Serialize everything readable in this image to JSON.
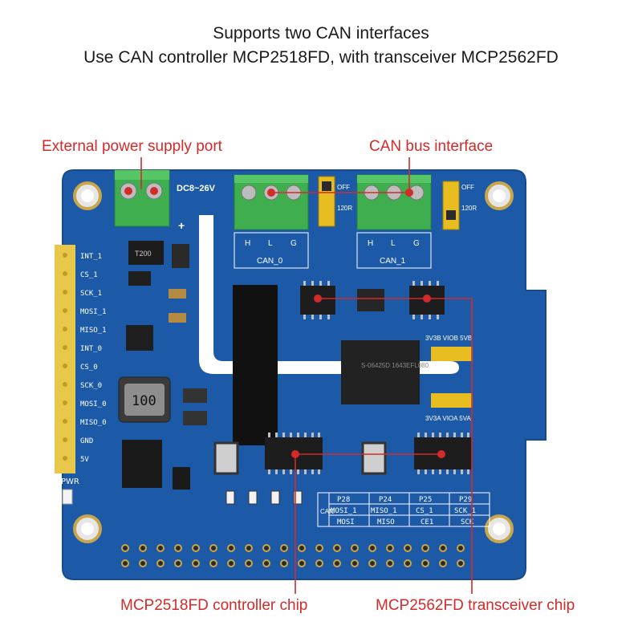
{
  "header": {
    "line1": "Supports two CAN interfaces",
    "line2": "Use CAN controller MCP2518FD, with transceiver MCP2562FD"
  },
  "callouts": {
    "power_port": "External power supply port",
    "can_bus": "CAN bus interface",
    "controller_chip": "MCP2518FD controller chip",
    "transceiver_chip": "MCP2562FD transceiver chip"
  },
  "silkscreen": {
    "voltage": "DC8~26V",
    "can0": "CAN_0",
    "can1": "CAN_1",
    "hlg": [
      "H",
      "L",
      "G"
    ],
    "off": "OFF",
    "r120": "120R",
    "pins": [
      "INT_1",
      "CS_1",
      "SCK_1",
      "MOSI_1",
      "MISO_1",
      "INT_0",
      "CS_0",
      "SCK_0",
      "MOSI_0",
      "MISO_0",
      "GND",
      "5V"
    ],
    "pwr": "PWR",
    "vio1": "3V3B VIOB 5VB",
    "vio0": "3V3A VIOA 5VA",
    "inductor": "100",
    "t200": "T200",
    "chip_text": "S-06425D 1643EFL080",
    "table_side": "CAN",
    "table": [
      [
        "P28",
        "P24",
        "P25",
        "P29"
      ],
      [
        "MOSI_1",
        "MISO_1",
        "CS_1",
        "SCK_1"
      ],
      [
        "MOSI",
        "MISO",
        "CE1",
        "SCK"
      ]
    ]
  },
  "colors": {
    "pcb": "#1c5aa8",
    "callout": "#d42a2a",
    "terminal": "#3fae4f",
    "header_pins": "#e8c84a"
  }
}
